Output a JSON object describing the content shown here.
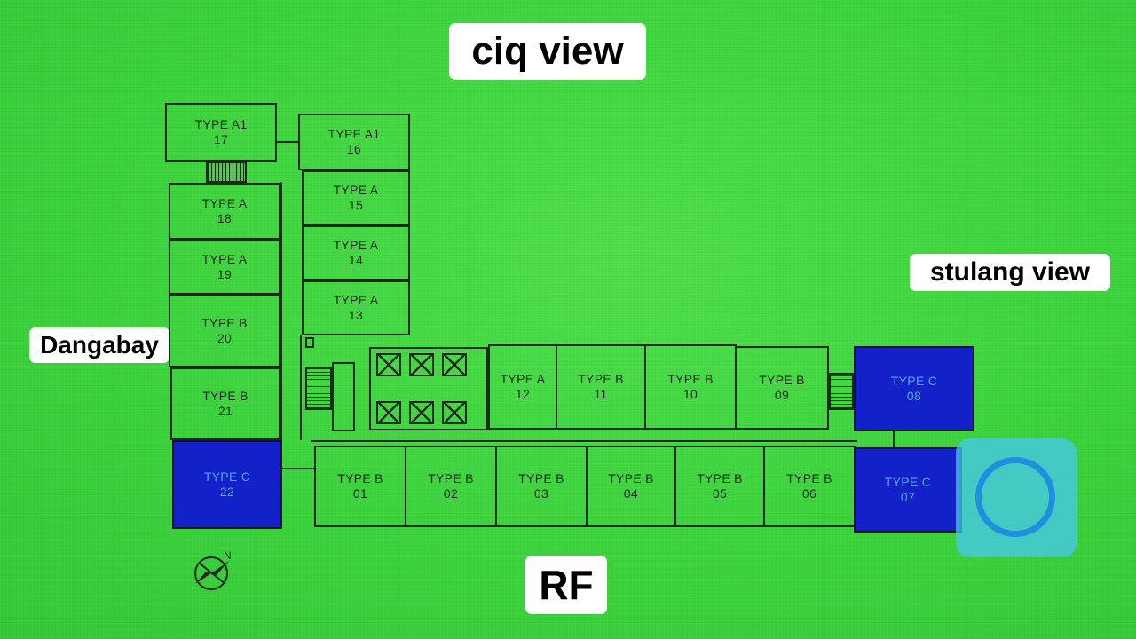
{
  "labels": {
    "top": "ciq view",
    "right": "stulang view",
    "left": "Dangabay",
    "bottom": "RF"
  },
  "compass": {
    "north_label": "N"
  },
  "units": [
    {
      "id": "17",
      "type": "TYPE A1",
      "number": "17",
      "highlighted": false
    },
    {
      "id": "16",
      "type": "TYPE A1",
      "number": "16",
      "highlighted": false
    },
    {
      "id": "15",
      "type": "TYPE A",
      "number": "15",
      "highlighted": false
    },
    {
      "id": "14",
      "type": "TYPE A",
      "number": "14",
      "highlighted": false
    },
    {
      "id": "13",
      "type": "TYPE A",
      "number": "13",
      "highlighted": false
    },
    {
      "id": "18",
      "type": "TYPE A",
      "number": "18",
      "highlighted": false
    },
    {
      "id": "19",
      "type": "TYPE A",
      "number": "19",
      "highlighted": false
    },
    {
      "id": "20",
      "type": "TYPE B",
      "number": "20",
      "highlighted": false
    },
    {
      "id": "21",
      "type": "TYPE B",
      "number": "21",
      "highlighted": false
    },
    {
      "id": "22",
      "type": "TYPE C",
      "number": "22",
      "highlighted": true
    },
    {
      "id": "12",
      "type": "TYPE A",
      "number": "12",
      "highlighted": false
    },
    {
      "id": "11",
      "type": "TYPE B",
      "number": "11",
      "highlighted": false
    },
    {
      "id": "10",
      "type": "TYPE B",
      "number": "10",
      "highlighted": false
    },
    {
      "id": "09",
      "type": "TYPE B",
      "number": "09",
      "highlighted": false
    },
    {
      "id": "08",
      "type": "TYPE C",
      "number": "08",
      "highlighted": true
    },
    {
      "id": "01",
      "type": "TYPE B",
      "number": "01",
      "highlighted": false
    },
    {
      "id": "02",
      "type": "TYPE B",
      "number": "02",
      "highlighted": false
    },
    {
      "id": "03",
      "type": "TYPE B",
      "number": "03",
      "highlighted": false
    },
    {
      "id": "04",
      "type": "TYPE B",
      "number": "04",
      "highlighted": false
    },
    {
      "id": "05",
      "type": "TYPE B",
      "number": "05",
      "highlighted": false
    },
    {
      "id": "06",
      "type": "TYPE B",
      "number": "06",
      "highlighted": false
    },
    {
      "id": "07",
      "type": "TYPE C",
      "number": "07",
      "highlighted": true
    }
  ],
  "colors": {
    "screen": "#3fd23f",
    "highlight": "#1321c9",
    "highlight_text": "#4ea9f0",
    "home_button": "#46c8f0"
  }
}
